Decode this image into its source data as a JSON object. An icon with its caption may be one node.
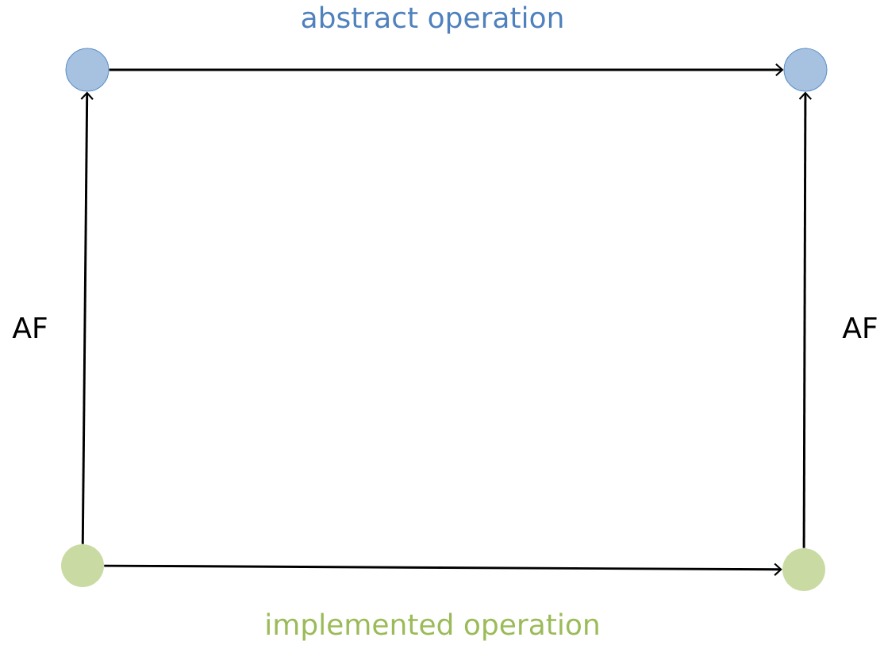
{
  "diagram": {
    "nodes": [
      {
        "text": [],
        "shape": "circle"
      },
      {
        "text": [],
        "shape": "circle"
      },
      {
        "text": [],
        "shape": "circle"
      },
      {
        "text": [],
        "shape": "circle"
      }
    ],
    "edges": [
      {
        "from": 0,
        "to": 1,
        "arrow": "to",
        "label": "abstract operation"
      },
      {
        "from": 2,
        "to": 0,
        "arrow": "to",
        "label": "AF"
      },
      {
        "from": 3,
        "to": 1,
        "arrow": "to",
        "label": "AF"
      },
      {
        "from": 2,
        "to": 3,
        "arrow": "to",
        "label": "implemented operation"
      }
    ]
  }
}
